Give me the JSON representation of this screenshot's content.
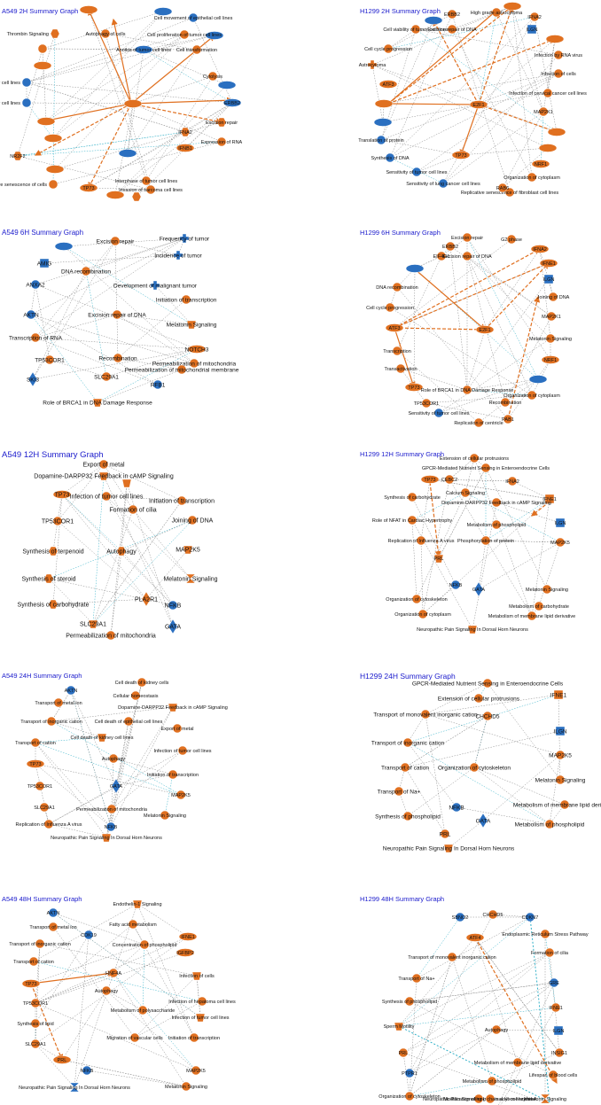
{
  "colors": {
    "up": "#e07020",
    "down": "#2a6fc0",
    "title": "#1a1acc",
    "edge": "#888888",
    "teal": "#30b0c8"
  },
  "panels": [
    {
      "id": "a549-2h",
      "title": "A549 2H Summary Graph",
      "nodes": [
        "Thrombin Signaling",
        "Autophagy of cells",
        "Anoikis of tumor cell lines",
        "Cell movement of epithelial cell lines",
        "Cell proliferation of tumor cell lines",
        "Cell transformation",
        "Cytolysis",
        "Sensitivity of tumor cell lines",
        "Sensitivity of lung cancer cell lines",
        "Excision repair",
        "Expression of RNA",
        "Premature senescence of cells",
        "Interphase of tumor cell lines",
        "Invasion of sarcoma cell lines",
        "ERBB2",
        "IFNA2",
        "IFNB1",
        "NR2F2",
        "TP73"
      ]
    },
    {
      "id": "h1299-2h",
      "title": "H1299 2H Summary Graph",
      "nodes": [
        "ERBB2",
        "High grade astrocytoma",
        "IFNA2",
        "Cell viability of tumor cell lines",
        "Excision repair of DNA",
        "Cell cycle progression",
        "Astrocytoma",
        "ILGN",
        "Infection by RNA virus",
        "Infection of cells",
        "Infection of cervical cancer cell lines",
        "MAP2K1",
        "Translation of protein",
        "Synthesis of DNA",
        "Sensitivity of tumor cell lines",
        "Sensitivity of lung cancer cell lines",
        "Organization of cytoplasm",
        "Replicative senescence of fibroblast cell lines",
        "RAB6",
        "NRF1",
        "ATF3",
        "E2F1",
        "TP73"
      ]
    },
    {
      "id": "a549-6h",
      "title": "A549 6H Summary Graph",
      "nodes": [
        "Excision repair",
        "Frequency of tumor",
        "Incidence of tumor",
        "Development of malignant tumor",
        "DNA recombination",
        "AMIG",
        "ANXA2",
        "AKTN",
        "Initiation of transcription",
        "Melatonin Signaling",
        "Excision repair of DNA",
        "Transcription of RNA",
        "NOTCH3",
        "Permeabilization of mitochondria",
        "TP53COR1",
        "Recombination",
        "Permeabilization of mitochondrial membrane",
        "SLC29A1",
        "SKI3",
        "RFB1",
        "Role of BRCA1 in DNA Damage Response"
      ]
    },
    {
      "id": "h1299-6h",
      "title": "H1299 6H Summary Graph",
      "nodes": [
        "Excision repair",
        "G2 phase",
        "ERBB2",
        "IFNA2",
        "EIF4G1",
        "Excision repair of DNA",
        "IFNE1",
        "ILGN",
        "DNA recombination",
        "Joining of DNA",
        "Cell cycle progression",
        "MAP2K1",
        "ATF3",
        "E2F1",
        "Melatonin Signaling",
        "Transcription",
        "Transactivation",
        "NRF1",
        "TP73",
        "Role of BRCA1 in DNA Damage Response",
        "Organization of cytoplasm",
        "TP53COR1",
        "Recombination",
        "PAB1",
        "Sensitivity of tumor cell lines",
        "Replication of centricle"
      ]
    },
    {
      "id": "a549-12h",
      "title": "A549 12H Summary Graph",
      "nodes": [
        "Export of metal",
        "Dopamine-DARPP32 Feedback in cAMP Signaling",
        "TP73",
        "Infection of tumor cell lines",
        "Initiation of transcription",
        "TP53COR1",
        "Formation of cilia",
        "Joining of DNA",
        "Synthesis of terpenoid",
        "Autophagy",
        "MAP2K5",
        "Synthesis of steroid",
        "Melatonin Signaling",
        "PLA2R1",
        "NFKB",
        "Synthesis of carbohydrate",
        "SLC29A1",
        "GATA",
        "Permeabilization of mitochondria"
      ]
    },
    {
      "id": "h1299-12h",
      "title": "H1299 12H Summary Graph",
      "nodes": [
        "Extension of cellular protrusions",
        "GPCR-Mediated Nutrient Sensing in Enteroendocrine Cells",
        "TP73",
        "CEBC2",
        "IFNA2",
        "IFNE1",
        "Calcium Signaling",
        "Synthesis of carbohydrate",
        "Dopamine-DARPP32 Feedback in cAMP Signaling",
        "Role of NFAT in Cardiac Hypertrophy",
        "Metabolism of phospholipid",
        "ILGN",
        "Replication of Influenza A virus",
        "MAP2K5",
        "Phosphorylation of protein",
        "PRL",
        "NFKB",
        "GATA",
        "Melatonin Signaling",
        "Organization of cytoskeleton",
        "Metabolism of carbohydrate",
        "Organization of cytoplasm",
        "Metabolism of membrane lipid derivative",
        "Neuropathic Pain Signaling In Dorsal Horn Neurons"
      ]
    },
    {
      "id": "a549-24h",
      "title": "A549 24H Summary Graph",
      "nodes": [
        "Cell death of kidney cells",
        "AKTN",
        "Cellular homeostasis",
        "Transport of metal ion",
        "Dopamine-DARPP32 Feedback in cAMP Signaling",
        "Transport of inorganic cation",
        "Cell death of epithelial cell lines",
        "Export of metal",
        "Transport of cation",
        "Cell death of kidney cell lines",
        "Infection of tumor cell lines",
        "Autophagy",
        "TP73",
        "Initiation of transcription",
        "TP53COR1",
        "GATA",
        "MAP2K5",
        "SLC29A1",
        "Permeabilization of mitochondria",
        "Melatonin Signaling",
        "Replication of Influenza A virus",
        "NFKB",
        "Neuropathic Pain Signaling In Dorsal Horn Neurons"
      ]
    },
    {
      "id": "h1299-24h",
      "title": "H1299 24H Summary Graph",
      "nodes": [
        "GPCR-Mediated Nutrient Sensing in Enteroendocrine Cells",
        "Extension of cellular protrusions",
        "IFNE1",
        "Transport of monovalent inorganic cation",
        "CHCHD5",
        "ILGN",
        "Transport of inorganic cation",
        "MAP2K5",
        "Transport of cation",
        "Organization of cytoskeleton",
        "Melatonin Signaling",
        "Transport of Na+",
        "Metabolism of membrane lipid derivative",
        "NFKB",
        "Synthesis of phospholipid",
        "GATA",
        "Metabolism of phospholipid",
        "PRL",
        "Neuropathic Pain Signaling In Dorsal Horn Neurons"
      ]
    },
    {
      "id": "a549-48h",
      "title": "A549 48H Summary Graph",
      "nodes": [
        "Endothelin-1 Signaling",
        "AKTN",
        "Fatty acid metabolism",
        "Transport of metal ion",
        "CDK19",
        "IFNE1",
        "Transport of inorganic cation",
        "Concentration of phospholipid",
        "IGFBP2",
        "Transport of cation",
        "HNF4A",
        "Infection of cells",
        "TP73",
        "Autophagy",
        "TP53COR1",
        "Infection of hepatoma cell lines",
        "Metabolism of polysaccharide",
        "Synthesis of lipid",
        "Infection of tumor cell lines",
        "SLC29A1",
        "Initiation of transcription",
        "PRL",
        "Migration of vascular cells",
        "MAP2K5",
        "NFKB",
        "Melatonin Signaling",
        "Neuropathic Pain Signaling In Dorsal Horn Neurons"
      ]
    },
    {
      "id": "h1299-48h",
      "title": "H1299 48H Summary Graph",
      "nodes": [
        "SBNO2",
        "CHCHD5",
        "CDKN7",
        "Endoplasmic Reticulum Stress Pathway",
        "ATF4",
        "Transport of monovalent inorganic cation",
        "Formation of cilia",
        "Transport of Na+",
        "GRE",
        "Synthesis of phospholipid",
        "IFNE1",
        "Sperm Motility",
        "Autophagy",
        "ILGN",
        "INSIG1",
        "PRL",
        "Metabolism of membrane lipid derivative",
        "Lifespan of blood cells",
        "PTPR1",
        "Metabolism of phospholipid",
        "Organization of cytoskeleton",
        "Neuropathic Pain Signaling In Dorsal Horn Neurons",
        "Melatonin Signaling",
        "Modification of long chain acyl-coenzyme A"
      ]
    }
  ]
}
